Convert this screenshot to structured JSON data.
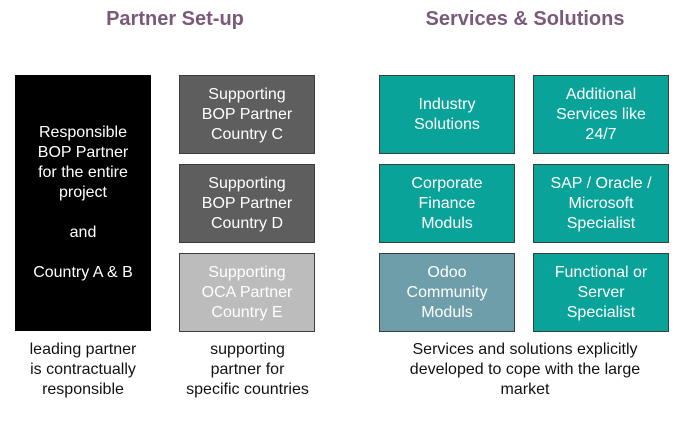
{
  "headings": {
    "partner": "Partner Set-up",
    "services": "Services & Solutions"
  },
  "partner": {
    "lead": "Responsible\nBOP Partner\nfor the entire\nproject\n\nand\n\nCountry A & B",
    "support_c": "Supporting\nBOP Partner\nCountry C",
    "support_d": "Supporting\nBOP Partner\nCountry D",
    "support_e": "Supporting\nOCA Partner\nCountry E"
  },
  "services": {
    "industry": "Industry\nSolutions",
    "additional": "Additional\nServices like\n24/7",
    "finance": "Corporate\nFinance\nModuls",
    "specialist": "SAP / Oracle /\nMicrosoft\nSpecialist",
    "odoo": "Odoo\nCommunity\nModuls",
    "functional": "Functional or\nServer\nSpecialist"
  },
  "captions": {
    "lead": "leading partner\nis contractually\nresponsible",
    "support": "supporting\npartner for\nspecific countries",
    "services": "Services and solutions explicitly\ndeveloped to cope with the large\nmarket"
  },
  "colors": {
    "heading": "#7a5a7b",
    "lead": "#000000",
    "support_dark": "#5e5e5e",
    "support_light": "#bcbcbc",
    "teal": "#0aa39a",
    "steel": "#6d9ea9"
  }
}
